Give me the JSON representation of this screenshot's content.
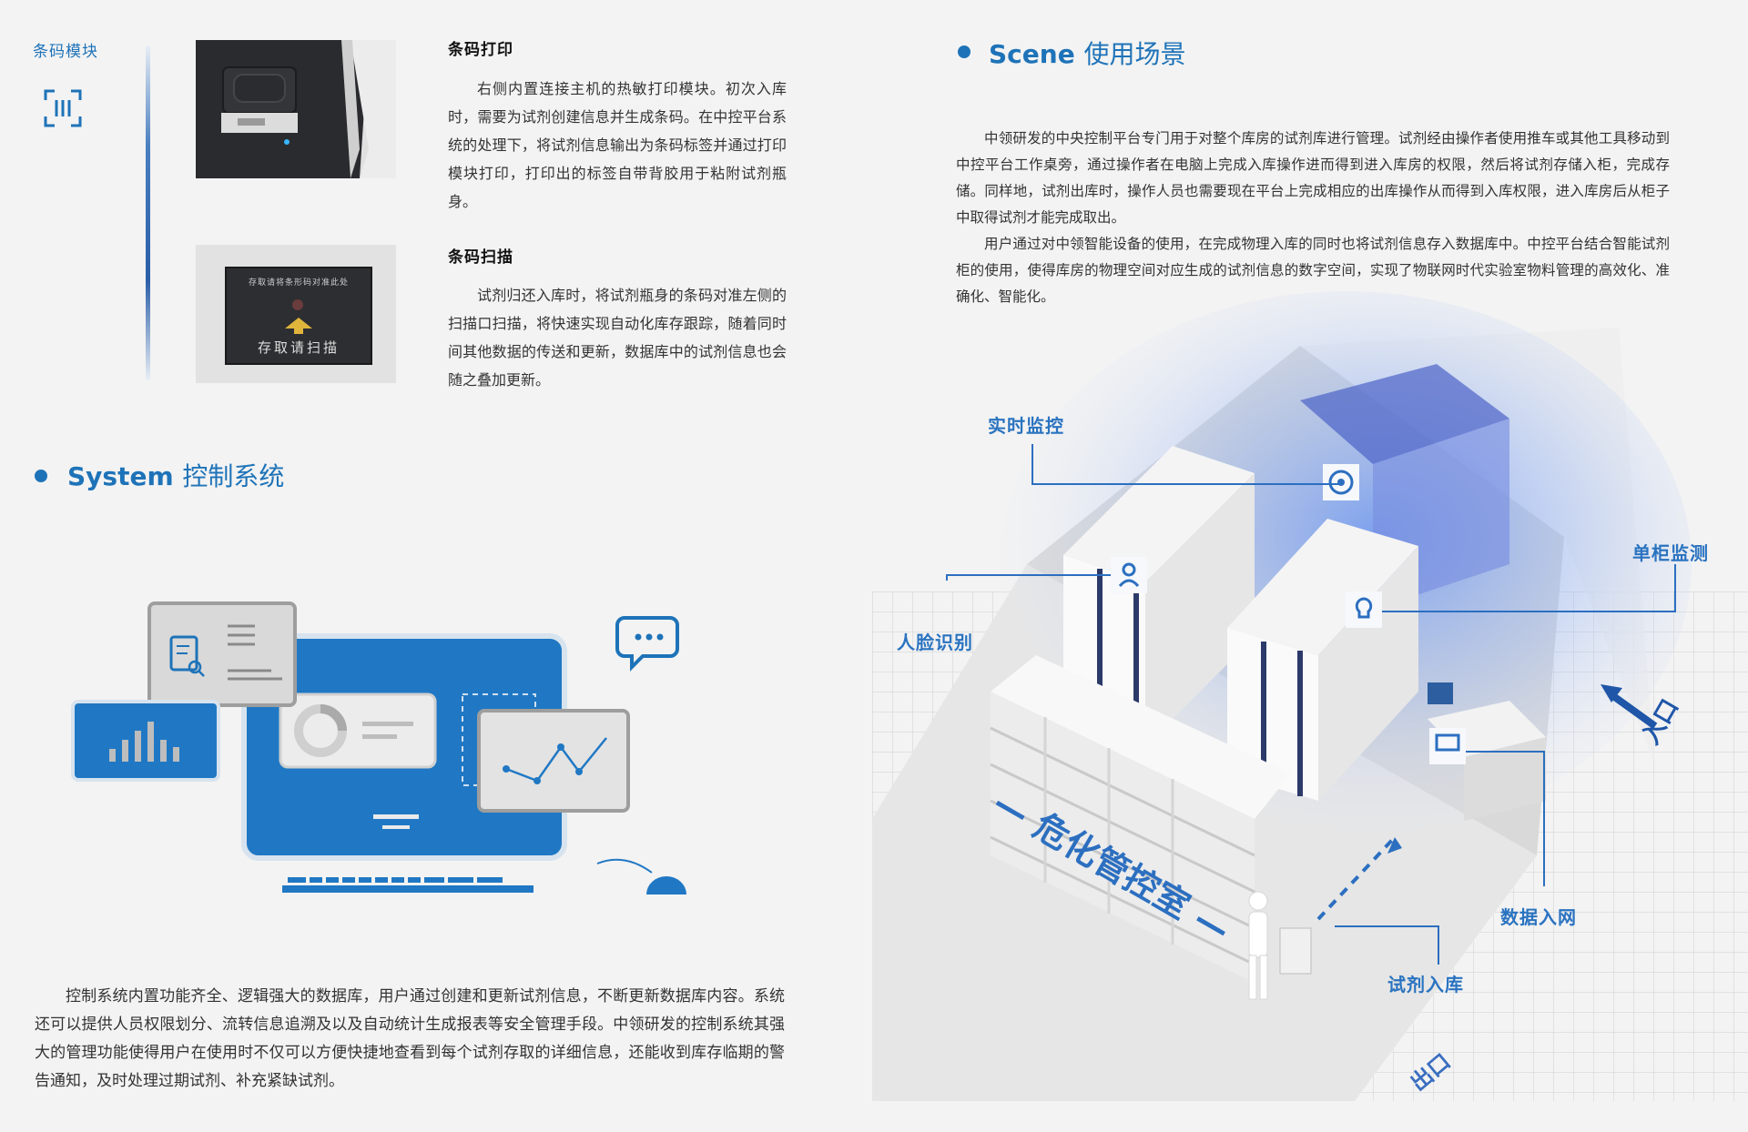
{
  "barcode_module": {
    "label": "条码模块",
    "icon": "barcode-scan-icon",
    "print": {
      "title": "条码打印",
      "text": "右侧内置连接主机的热敏打印模块。初次入库时，需要为试剂创建信息并生成条码。在中控平台系统的处理下，将试剂信息输出为条码标签并通过打印模块打印，打印出的标签自带背胶用于粘附试剂瓶身。"
    },
    "scan": {
      "title": "条码扫描",
      "text": "试剂归还入库时，将试剂瓶身的条码对准左侧的扫描口扫描，将快速实现自动化库存跟踪，随着同时间其他数据的传送和更新，数据库中的试剂信息也会随之叠加更新。",
      "screen_top": "存取请将条形码对准此处",
      "screen_main": "存取请扫描"
    }
  },
  "system": {
    "title_en": "System",
    "title_cn": "控制系统",
    "text": "控制系统内置功能齐全、逻辑强大的数据库，用户通过创建和更新试剂信息，不断更新数据库内容。系统还可以提供人员权限划分、流转信息追溯及以及自动统计生成报表等安全管理手段。中领研发的控制系统其强大的管理功能使得用户在使用时不仅可以方便快捷地查看到每个试剂存取的详细信息，还能收到库存临期的警告通知，及时处理过期试剂、补充紧缺试剂。"
  },
  "scene": {
    "title_en": "Scene",
    "title_cn": "使用场景",
    "para1": "中领研发的中央控制平台专门用于对整个库房的试剂库进行管理。试剂经由操作者使用推车或其他工具移动到中控平台工作桌旁，通过操作者在电脑上完成入库操作进而得到进入库房的权限，然后将试剂存储入柜，完成存储。同样地，试剂出库时，操作人员也需要现在平台上完成相应的出库操作从而得到入库权限，进入库房后从柜子中取得试剂才能完成取出。",
    "para2": "用户通过对中领智能设备的使用，在完成物理入库的同时也将试剂信息存入数据库中。中控平台结合智能试剂柜的使用，使得库房的物理空间对应生成的试剂信息的数字空间，实现了物联网时代实验室物料管理的高效化、准确化、智能化。",
    "callouts": {
      "monitor": "实时监控",
      "face": "人脸识别",
      "cabinet": "单柜监测",
      "data": "数据入网",
      "reagent_in": "试剂入库"
    },
    "floor_label": "— 危化管控室 —",
    "entrance": "入口",
    "corner": "出口"
  },
  "colors": {
    "accent": "#1e73b8",
    "panel_blue": "#2078c4"
  }
}
